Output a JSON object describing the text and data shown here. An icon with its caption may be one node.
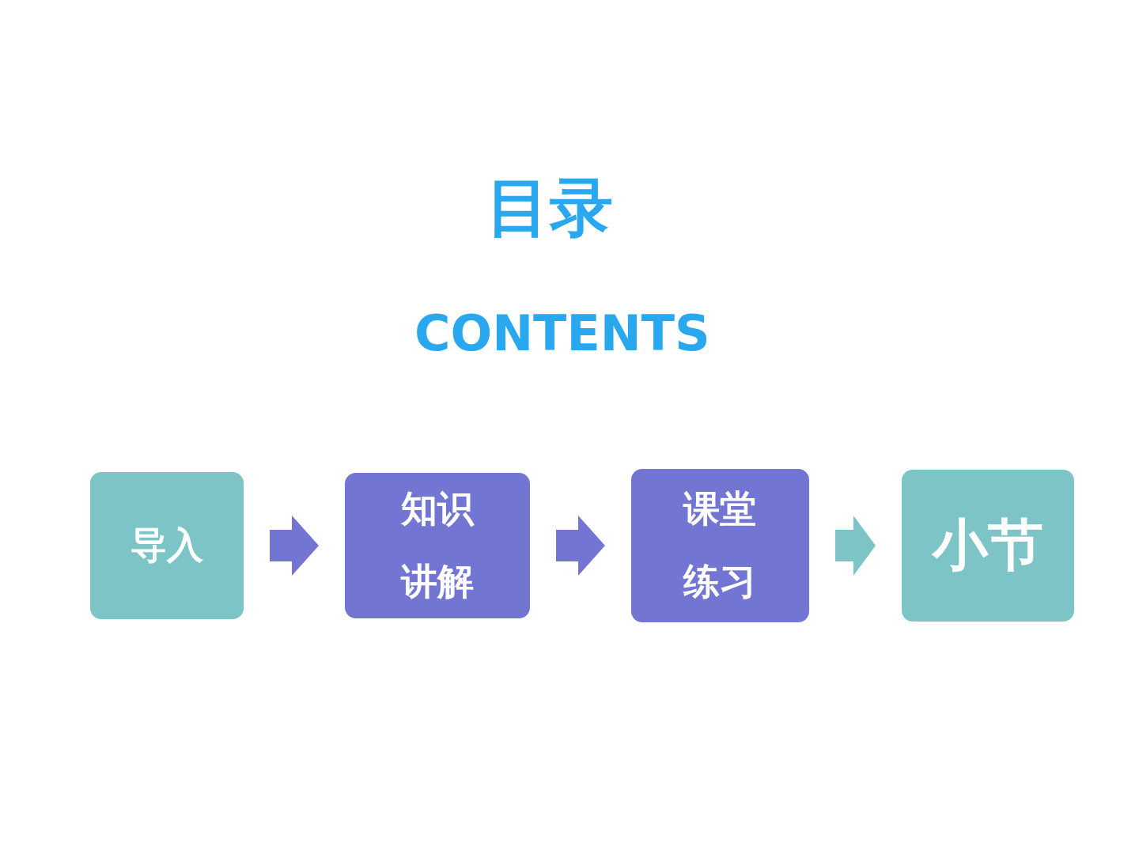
{
  "diagram": {
    "title": "目录",
    "nodes": [
      {
        "text": [
          "导入"
        ]
      },
      {
        "text": [
          "知识讲解"
        ]
      },
      {
        "text": [
          "课堂练习"
        ]
      },
      {
        "text": [
          "小节"
        ]
      }
    ],
    "edges": [
      {
        "from": 0,
        "to": 1,
        "arrow": "to"
      },
      {
        "from": 1,
        "to": 2,
        "arrow": "to"
      },
      {
        "from": 2,
        "to": 3,
        "arrow": "to",
        "color": "#7cc4c6"
      }
    ],
    "labels": [
      "CONTENTS"
    ]
  }
}
